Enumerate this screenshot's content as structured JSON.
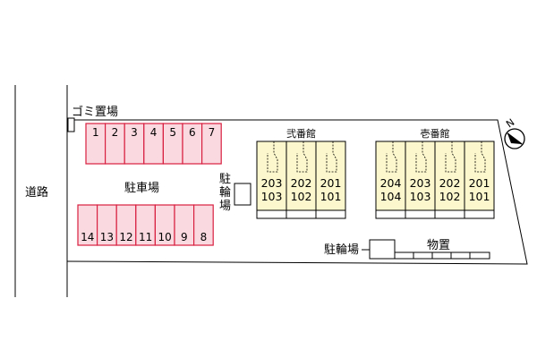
{
  "labels": {
    "road": "道路",
    "garbage": "ゴミ置場",
    "parking": "駐車場",
    "bicycle_left": [
      "駐",
      "輪",
      "場"
    ],
    "bicycle_bottom": "駐輪場",
    "storage": "物置",
    "north": "N"
  },
  "parking_top": [
    "1",
    "2",
    "3",
    "4",
    "5",
    "6",
    "7"
  ],
  "parking_bottom": [
    "14",
    "13",
    "12",
    "11",
    "10",
    "9",
    "8"
  ],
  "buildings": [
    {
      "name": "弐番館",
      "upper": [
        "203",
        "202",
        "201"
      ],
      "lower": [
        "103",
        "102",
        "101"
      ]
    },
    {
      "name": "壱番館",
      "upper": [
        "204",
        "203",
        "202",
        "201"
      ],
      "lower": [
        "104",
        "103",
        "102",
        "101"
      ]
    }
  ],
  "colors": {
    "parking_fill": "#fbd9e0",
    "parking_stroke": "#d81e3f",
    "building_fill": "#fcf7cc",
    "line": "#000000"
  }
}
